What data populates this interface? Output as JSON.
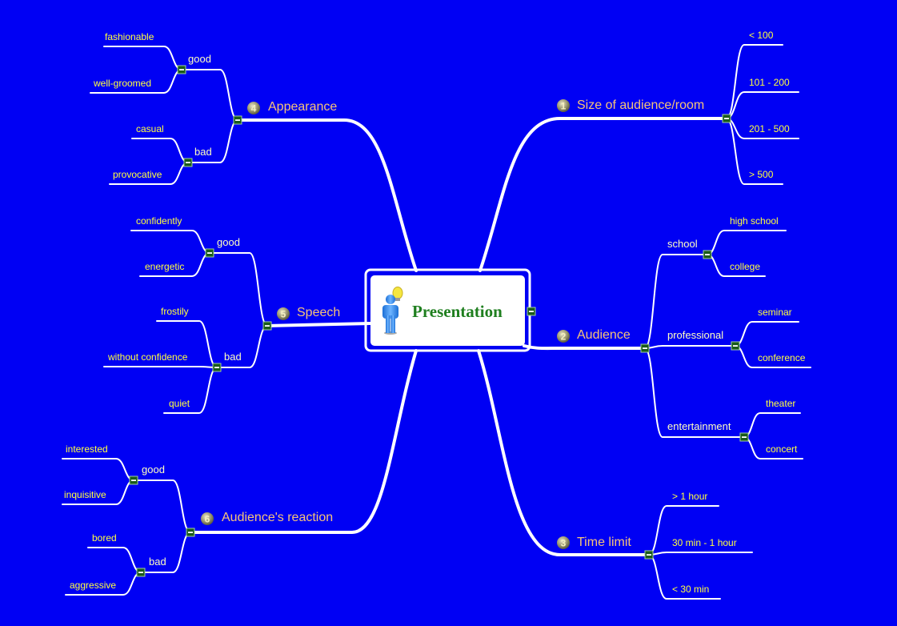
{
  "center": {
    "title": "Presentation",
    "icon": "person-lightbulb-icon"
  },
  "colors": {
    "background": "#0000f4",
    "main_label": "#f6c37a",
    "sub_label": "#ffffc0",
    "leaf_label": "#ffff40",
    "title": "#1f7f1f",
    "collapse_box": "#1a5a1a"
  },
  "branches": [
    {
      "number": "1",
      "label": "Size of audience/room",
      "children": [
        {
          "label": "< 100"
        },
        {
          "label": "101 - 200"
        },
        {
          "label": "201 - 500"
        },
        {
          "label": "> 500"
        }
      ]
    },
    {
      "number": "2",
      "label": "Audience",
      "children": [
        {
          "label": "school",
          "children": [
            {
              "label": "high school"
            },
            {
              "label": "college"
            }
          ]
        },
        {
          "label": "professional",
          "children": [
            {
              "label": "seminar"
            },
            {
              "label": "conference"
            }
          ]
        },
        {
          "label": "entertainment",
          "children": [
            {
              "label": "theater"
            },
            {
              "label": "concert"
            }
          ]
        }
      ]
    },
    {
      "number": "3",
      "label": "Time limit",
      "children": [
        {
          "label": "> 1 hour"
        },
        {
          "label": "30 min - 1 hour"
        },
        {
          "label": "< 30 min"
        }
      ]
    },
    {
      "number": "4",
      "label": "Appearance",
      "children": [
        {
          "label": "good",
          "children": [
            {
              "label": "fashionable"
            },
            {
              "label": "well-groomed"
            }
          ]
        },
        {
          "label": "bad",
          "children": [
            {
              "label": "casual"
            },
            {
              "label": "provocative"
            }
          ]
        }
      ]
    },
    {
      "number": "5",
      "label": "Speech",
      "children": [
        {
          "label": "good",
          "children": [
            {
              "label": "confidently"
            },
            {
              "label": "energetic"
            }
          ]
        },
        {
          "label": "bad",
          "children": [
            {
              "label": "frostily"
            },
            {
              "label": "without confidence"
            },
            {
              "label": "quiet"
            }
          ]
        }
      ]
    },
    {
      "number": "6",
      "label": "Audience's reaction",
      "children": [
        {
          "label": "good",
          "children": [
            {
              "label": "interested"
            },
            {
              "label": "inquisitive"
            }
          ]
        },
        {
          "label": "bad",
          "children": [
            {
              "label": "bored"
            },
            {
              "label": "aggressive"
            }
          ]
        }
      ]
    }
  ]
}
